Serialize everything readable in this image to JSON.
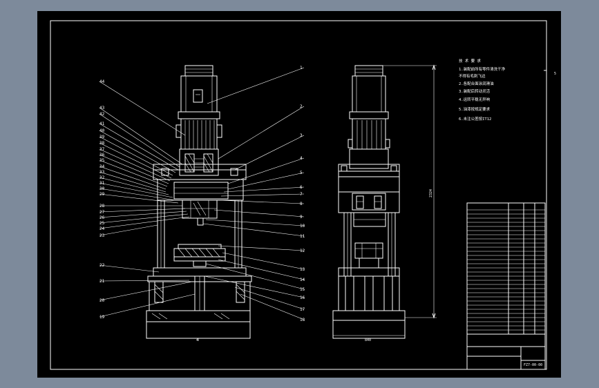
{
  "colors": {
    "viewport_bg": "#7d8a9b",
    "sheet_bg": "#000000",
    "line": "#ffffff"
  },
  "part_numbers_left": [
    "44",
    "43",
    "42",
    "41",
    "40",
    "39",
    "38",
    "37",
    "36",
    "35",
    "34",
    "33",
    "32",
    "31",
    "30",
    "29",
    "28",
    "27",
    "26",
    "25",
    "24",
    "23",
    "22",
    "21",
    "20",
    "19"
  ],
  "part_numbers_right": [
    "1",
    "2",
    "3",
    "4",
    "5",
    "6",
    "7",
    "8",
    "9",
    "10",
    "11",
    "12",
    "13",
    "14",
    "15",
    "16",
    "17",
    "18"
  ],
  "dimensions": {
    "height": "2324",
    "width": "840"
  },
  "tech_notes": {
    "title": "技 术 要 求",
    "lines": [
      "1.装配前所有零件清洗干净",
      "  不得有毛刺飞边",
      "2.各配合面涂润滑油",
      "3.装配后转动灵活",
      "4.运转平稳无异响",
      "5.油漆按规定要求",
      "6.未注公差按IT12"
    ]
  },
  "drawing_number": "FZ7-00-00"
}
